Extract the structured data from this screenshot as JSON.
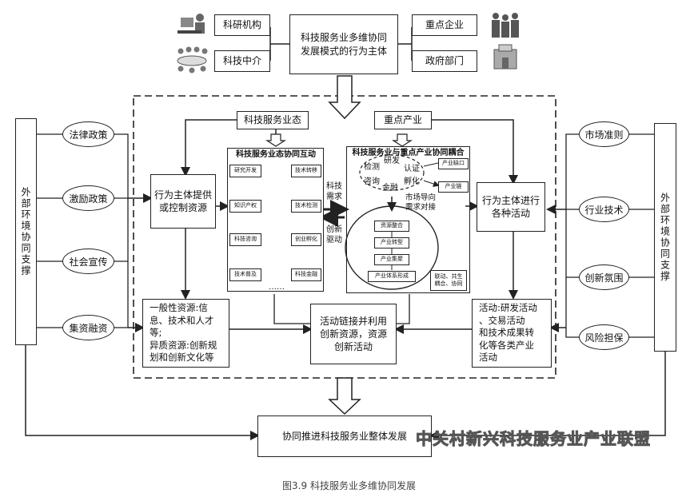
{
  "top": {
    "center": "科技服务业多维协同\n发展模式的行为主体",
    "left_items": [
      "科研机构",
      "科技中介"
    ],
    "right_items": [
      "重点企业",
      "政府部门"
    ]
  },
  "main": {
    "ecosystem_label": "科技服务业态",
    "industry_label": "重点产业",
    "left_panel_title": "科技服务业态协同互动",
    "left_panel_nodes": [
      "研究开发",
      "技术转移",
      "知识产权",
      "技术检测",
      "科技咨询",
      "创业孵化",
      "技术普及",
      "科技金融"
    ],
    "left_panel_more": "……",
    "right_panel_title": "科技服务业与重点产业协同耦合",
    "ring_labels": [
      "研发",
      "检测",
      "认证",
      "孵化",
      "咨询",
      "金融"
    ],
    "right_small_boxes": [
      "产业缺口",
      "产业链"
    ],
    "market_text": "市场导向\n需求对接",
    "chain_steps": [
      "资源整合",
      "产业转型",
      "产业集聚",
      "产业体系形成"
    ],
    "linkage_note": "联动、共生\n耦合、协同",
    "arrow_top": "科技\n需求",
    "arrow_bottom": "创新\n驱动",
    "provide_box": "行为主体提供\n或控制资源",
    "activity_box": "行为主体进行\n各种活动",
    "resource_box": "一般性资源:信\n息、技术和人才\n等;\n异质资源:创新规\n划和创新文化等",
    "link_box": "活动链接并利用\n创新资源，资源\n创新活动",
    "activities_box": "活动:研发活动\n、交易活动\n和技术成果转\n化等各类产业\n活动"
  },
  "left_env": {
    "title": "外部环境协同支撑",
    "items": [
      "法律政策",
      "激励政策",
      "社会宣传",
      "集资融资"
    ]
  },
  "right_env": {
    "title": "外部环境协同支撑",
    "items": [
      "市场准则",
      "行业技术",
      "创新氛围",
      "风险担保"
    ]
  },
  "bottom": {
    "result": "协同推进科技服务业整体发展"
  },
  "watermark": "中关村新兴科技服务业产业联盟",
  "caption": "图3.9 科技服务业多维协同发展"
}
